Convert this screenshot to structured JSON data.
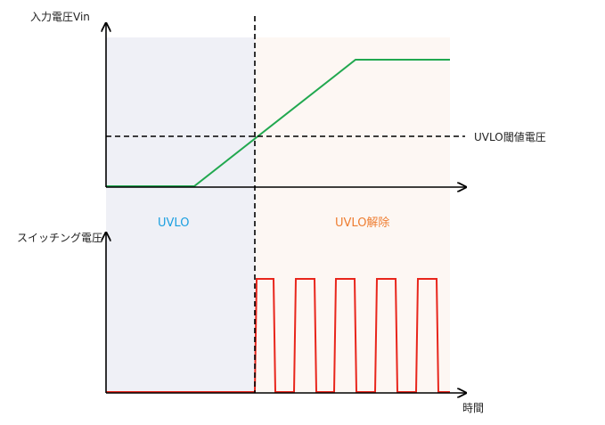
{
  "labels": {
    "vin_axis": "入力電圧Vin",
    "switching_axis": "スイッチング電圧",
    "threshold": "UVLO閾値電圧",
    "time_axis": "時間",
    "region_uvlo": "UVLO",
    "region_released": "UVLO解除"
  },
  "colors": {
    "uvlo_region_bg": "#eff0f6",
    "released_region_bg": "#fdf7f3",
    "vin_line": "#21a84f",
    "switching_line": "#e8261c",
    "uvlo_text": "#1a9fe0",
    "released_text": "#ee7d31",
    "axis": "#000000"
  }
}
